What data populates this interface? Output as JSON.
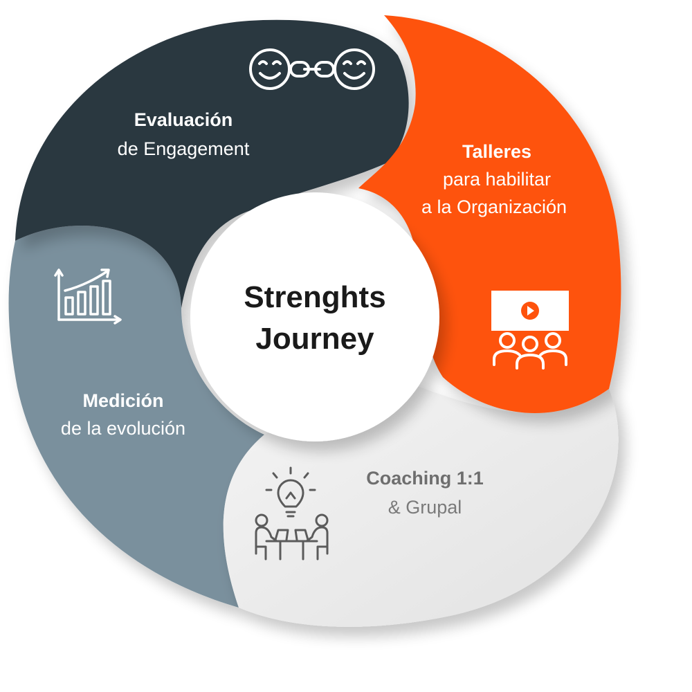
{
  "center": {
    "line1": "Strenghts",
    "line2": "Journey"
  },
  "segments": {
    "evaluacion": {
      "title": "Evaluación",
      "subtitle": "de Engagement",
      "icon": "linked-smileys-icon",
      "color": "#2c3741"
    },
    "talleres": {
      "title": "Talleres",
      "subtitle1": "para habilitar",
      "subtitle2": "a la Organización",
      "icon": "presentation-audience-icon",
      "color": "#fe520c"
    },
    "coaching": {
      "title": "Coaching 1:1",
      "subtitle": "& Grupal",
      "icon": "coaching-meeting-icon",
      "color": "#e8e8e8"
    },
    "medicion": {
      "title": "Medición",
      "subtitle": "de la evolución",
      "icon": "growth-chart-icon",
      "color": "#7a909d"
    }
  }
}
